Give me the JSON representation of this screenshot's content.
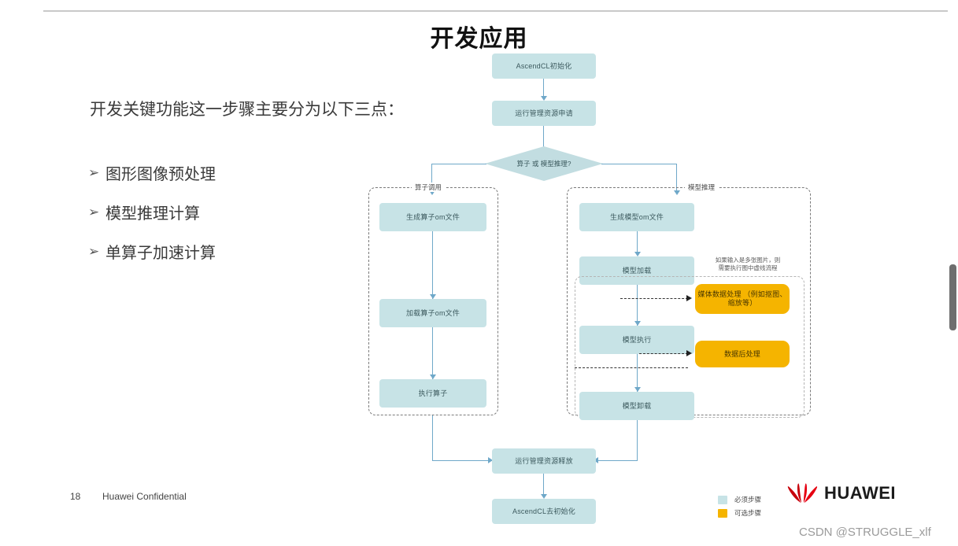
{
  "slide": {
    "title": "开发应用",
    "lead_text": "开发关键功能这一步骤主要分为以下三点：",
    "bullet_marker": "➢",
    "bullets": [
      {
        "label": "图形图像预处理"
      },
      {
        "label": "模型推理计算"
      },
      {
        "label": "单算子加速计算"
      }
    ]
  },
  "flow": {
    "nodes": {
      "init": "AscendCL初始化",
      "resource_apply": "运行管理资源申请",
      "decision": "算子 或 模型推理?",
      "op_gen": "生成算子om文件",
      "op_load": "加载算子om文件",
      "op_exec": "执行算子",
      "model_gen": "生成模型om文件",
      "model_load": "模型加载",
      "model_exec": "模型执行",
      "model_unload": "模型卸载",
      "media_preprocess": "媒体数据处理\n（例如抠图、缩放等）",
      "post_process": "数据后处理",
      "resource_release": "运行管理资源释放",
      "deinit": "AscendCL去初始化"
    },
    "groups": {
      "op_group_label": "算子调用",
      "model_group_label": "模型推理"
    },
    "note": "如果输入是多张图片，则\n需要执行图中虚线流程"
  },
  "legend": {
    "items": [
      {
        "label": "必须步骤",
        "color": "#c7e3e6"
      },
      {
        "label": "可选步骤",
        "color": "#f5b400"
      }
    ]
  },
  "footer": {
    "page_number": "18",
    "confidential": "Huawei Confidential",
    "brand": "HUAWEI",
    "watermark": "CSDN @STRUGGLE_xlf"
  }
}
